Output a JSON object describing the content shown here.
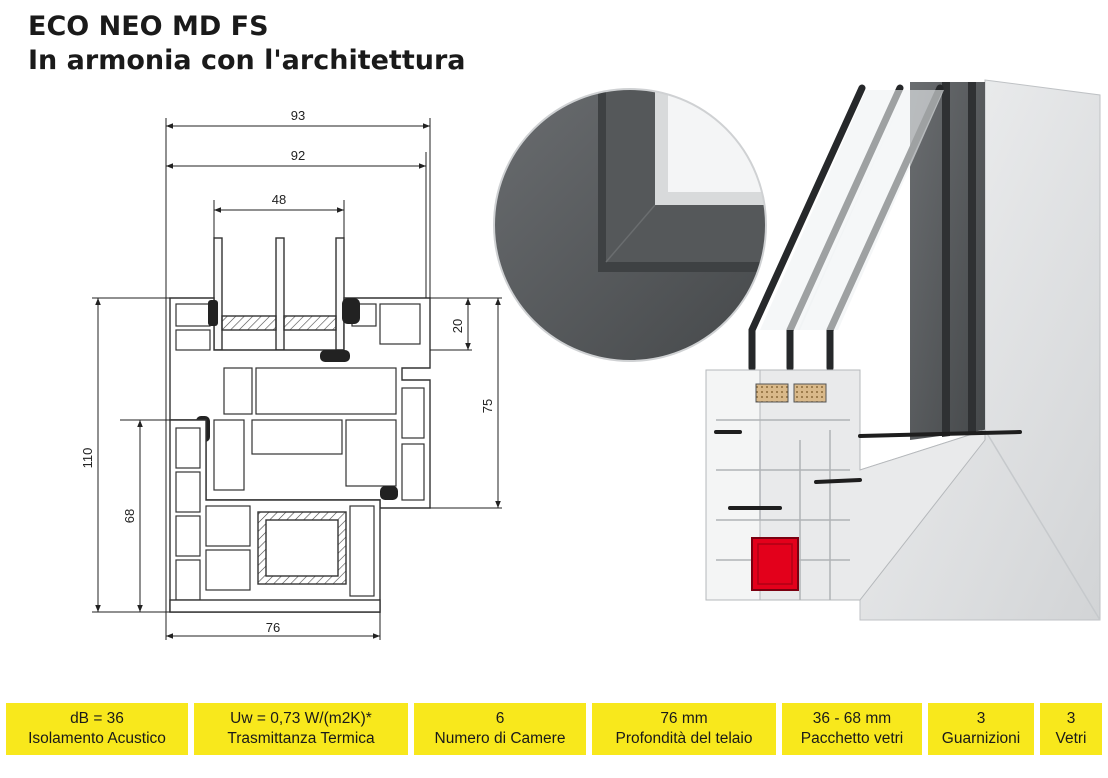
{
  "header": {
    "title": "ECO NEO MD FS",
    "subtitle": "In armonia con l'architettura"
  },
  "drawing": {
    "dim_top_outer": "93",
    "dim_top_inner": "92",
    "dim_glass": "48",
    "dim_right_short": "20",
    "dim_right_long": "75",
    "dim_left_total": "110",
    "dim_left_frame": "68",
    "dim_bottom": "76"
  },
  "colors": {
    "spec_background": "#f8e81c",
    "frame_anthracite": "#505355",
    "profile_white": "#e6e7e8",
    "steel_reinforcement": "#e3001b"
  },
  "specs": [
    {
      "value": "dB = 36",
      "label": "Isolamento Acustico"
    },
    {
      "value": "Uw = 0,73 W/(m2K)*",
      "label": "Trasmittanza Termica"
    },
    {
      "value": "6",
      "label": "Numero di Camere"
    },
    {
      "value": "76 mm",
      "label": "Profondità del telaio"
    },
    {
      "value": "36 - 68 mm",
      "label": "Pacchetto vetri"
    },
    {
      "value": "3",
      "label": "Guarnizioni"
    },
    {
      "value": "3",
      "label": "Vetri"
    }
  ]
}
